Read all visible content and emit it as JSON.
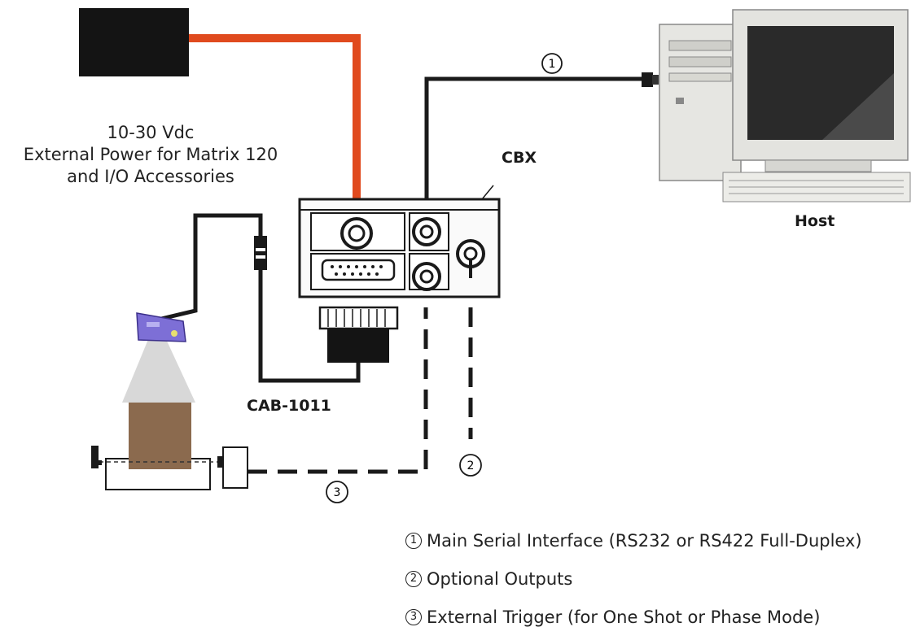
{
  "power_label": {
    "line1": "10-30 Vdc",
    "line2": "External Power for Matrix 120",
    "line3": "and I/O Accessories"
  },
  "cbx_label": "CBX",
  "host_label": "Host",
  "cable_label": "CAB-1011",
  "markers": {
    "m1": "1",
    "m2": "2",
    "m3": "3"
  },
  "legend": [
    {
      "num": "1",
      "text": "Main Serial Interface (RS232 or RS422 Full-Duplex)"
    },
    {
      "num": "2",
      "text": "Optional Outputs"
    },
    {
      "num": "3",
      "text": "External Trigger (for One Shot or Phase Mode)"
    }
  ],
  "colors": {
    "power_cable": "#e04a1e",
    "cable": "#1a1a1a",
    "reader": "#7d6fd6",
    "box": "#8b6a4e"
  }
}
